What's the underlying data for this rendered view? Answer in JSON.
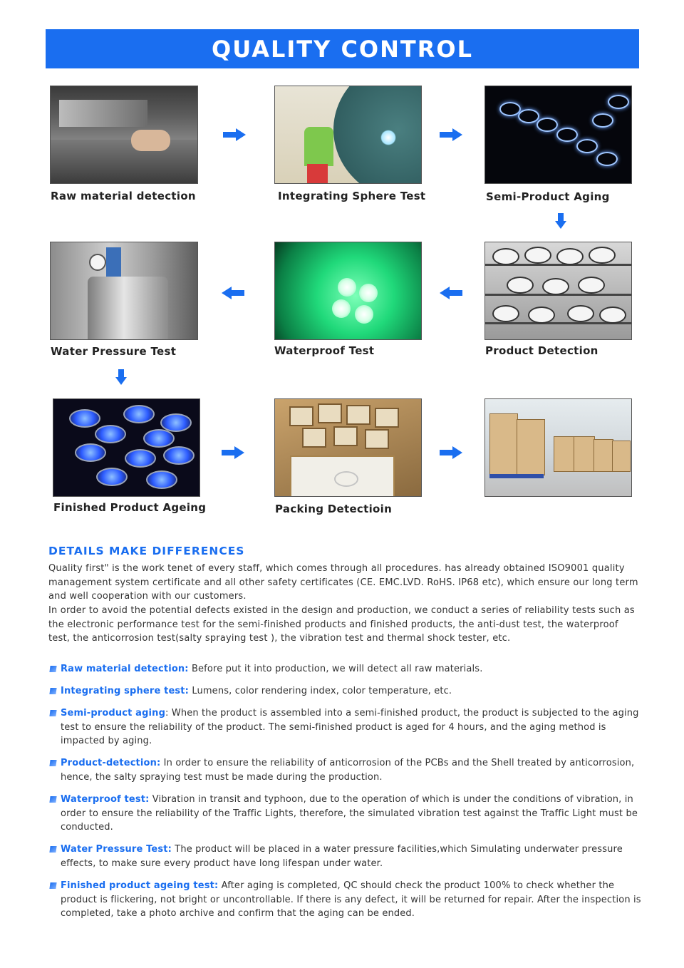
{
  "banner": {
    "title": "QUALITY CONTROL"
  },
  "steps": {
    "raw": "Raw material detection",
    "sphere": "Integrating Sphere Test",
    "semi": "Semi-Product Aging",
    "product": "Product  Detection",
    "waterproof": "Waterproof  Test",
    "pressure": "Water Pressure Test",
    "finished": "Finished Product Ageing",
    "packing": "Packing Detectioin"
  },
  "icons": {
    "flow_arrow": "arrow-icon",
    "arrow_color": "#1a6ef0"
  },
  "details": {
    "title": "DETAILS MAKE DIFFERENCES",
    "para1": "Quality first\" is the work tenet of every staff, which comes through all procedures.  has already obtained ISO9001 quality management system certificate and all other safety certificates (CE.  EMC.LVD.  RoHS. IP68 etc), which ensure our long term and well cooperation with our customers.",
    "para2": "In order to avoid the potential defects existed in the design and production, we conduct a series of reliability tests such as the electronic performance test for the semi-finished products and finished products, the anti-dust test, the waterproof test, the anticorrosion test(salty spraying test ), the vibration test and thermal shock tester, etc."
  },
  "bullets": [
    {
      "label": "Raw material detection:",
      "text": " Before put it into production, we will detect all raw materials."
    },
    {
      "label": "Integrating sphere test:",
      "text": " Lumens, color rendering index, color temperature, etc."
    },
    {
      "label": "Semi-product aging",
      "text": ": When the product is assembled into a semi-finished product, the product is subjected to the aging test to ensure the reliability of the product. The semi-finished product is aged for 4 hours, and the aging method is impacted by aging."
    },
    {
      "label": "Product-detection:",
      "text": " In order to ensure the reliability of anticorrosion of the PCBs and the Shell treated by anticorrosion, hence, the salty spraying test must be made during the production."
    },
    {
      "label": "Waterproof test:",
      "text": " Vibration in transit and typhoon, due to the operation of which is under the conditions of vibration, in order to ensure the reliability of the Traffic Lights, therefore, the simulated vibration test against the Traffic Light must be conducted."
    },
    {
      "label": "Water Pressure Test:",
      "text": " The product will be placed in a water pressure facilities,which Simulating underwater pressure effects, to make sure every product have long lifespan under  water."
    },
    {
      "label": "Finished product ageing test:",
      "text": " After aging is completed, QC should check the product 100% to check whether the product is flickering, not bright or uncontrollable. If there is any defect, it will be returned for repair. After the inspection is completed, take a photo archive and confirm that the aging can be ended."
    }
  ]
}
